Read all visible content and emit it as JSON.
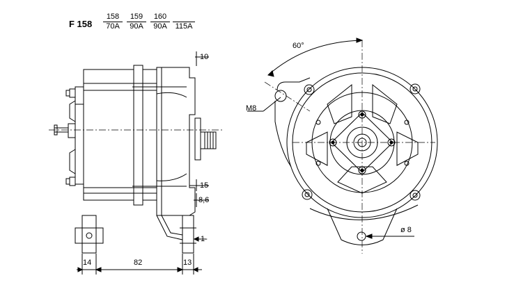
{
  "header": {
    "model_code": "F 158",
    "variants": [
      {
        "top": "158",
        "bottom": "70A"
      },
      {
        "top": "159",
        "bottom": "90A"
      },
      {
        "top": "160",
        "bottom": "90A"
      },
      {
        "top": "",
        "bottom": "115A"
      }
    ]
  },
  "side_view": {
    "dim_10": "10",
    "dim_15": "15",
    "dim_8_6": "8,6",
    "dim_1": "1-",
    "bottom_dims": [
      "14",
      "82",
      "13"
    ]
  },
  "front_view": {
    "angle_label": "60°",
    "thread_label": "M8",
    "hole_label": "ø 8"
  }
}
